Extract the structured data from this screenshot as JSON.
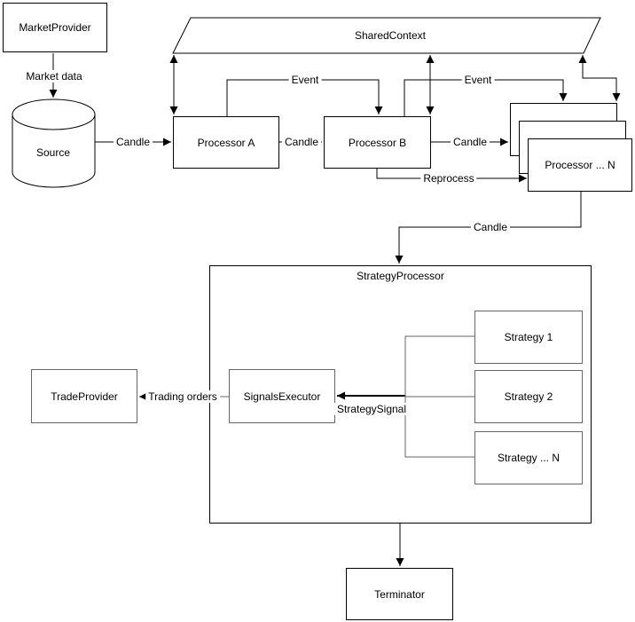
{
  "nodes": {
    "market_provider": "MarketProvider",
    "source": "Source",
    "shared_context": "SharedContext",
    "processor_a": "Processor A",
    "processor_b": "Processor B",
    "processor_n": "Processor ... N",
    "strategy_processor": "StrategyProcessor",
    "trade_provider": "TradeProvider",
    "signals_executor": "SignalsExecutor",
    "strategy_1": "Strategy 1",
    "strategy_2": "Strategy 2",
    "strategy_n": "Strategy ... N",
    "terminator": "Terminator"
  },
  "edges": {
    "market_data": "Market data",
    "candle_source_to_a": "Candle",
    "candle_a_to_b": "Candle",
    "candle_b_to_n": "Candle",
    "event_a_to_b": "Event",
    "event_b_to_n": "Event",
    "reprocess": "Reprocess",
    "candle_n_to_strategy": "Candle",
    "trading_orders": "Trading orders",
    "strategy_signal": "StrategySignal"
  },
  "colors": {
    "primary_stroke": "#000000",
    "secondary_stroke": "#666666",
    "background": "#ffffff"
  }
}
